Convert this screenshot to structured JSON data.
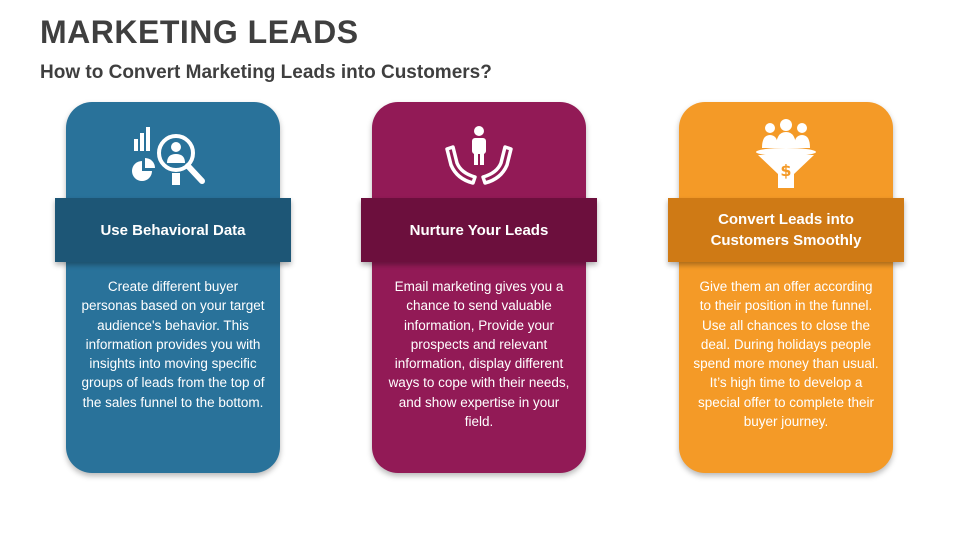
{
  "title": "MARKETING LEADS",
  "subtitle": "How to Convert Marketing Leads into Customers?",
  "colors": {
    "card_1": "#29729a",
    "band_1": "#1d5676",
    "card_2": "#921a56",
    "band_2": "#6c0f3d",
    "card_3": "#f49a27",
    "band_3": "#cf7a15"
  },
  "cards": [
    {
      "icon": "analytics-search-person-icon",
      "heading": "Use Behavioral Data",
      "text": "Create different buyer personas based on your target audience's behavior. This information provides you with insights into moving specific groups of leads from the top of the sales funnel to the bottom."
    },
    {
      "icon": "hands-holding-person-icon",
      "heading": "Nurture Your Leads",
      "text": "Email marketing gives you a chance to send valuable information, Provide your prospects and relevant information, display different ways to cope with their needs, and show expertise in your field."
    },
    {
      "icon": "people-funnel-dollar-icon",
      "heading": "Convert Leads into Customers Smoothly",
      "text": "Give them an offer according to their position in the funnel. Use all chances to close the deal. During holidays people spend more money than usual. It’s high time to develop a special offer to complete their buyer journey."
    }
  ]
}
